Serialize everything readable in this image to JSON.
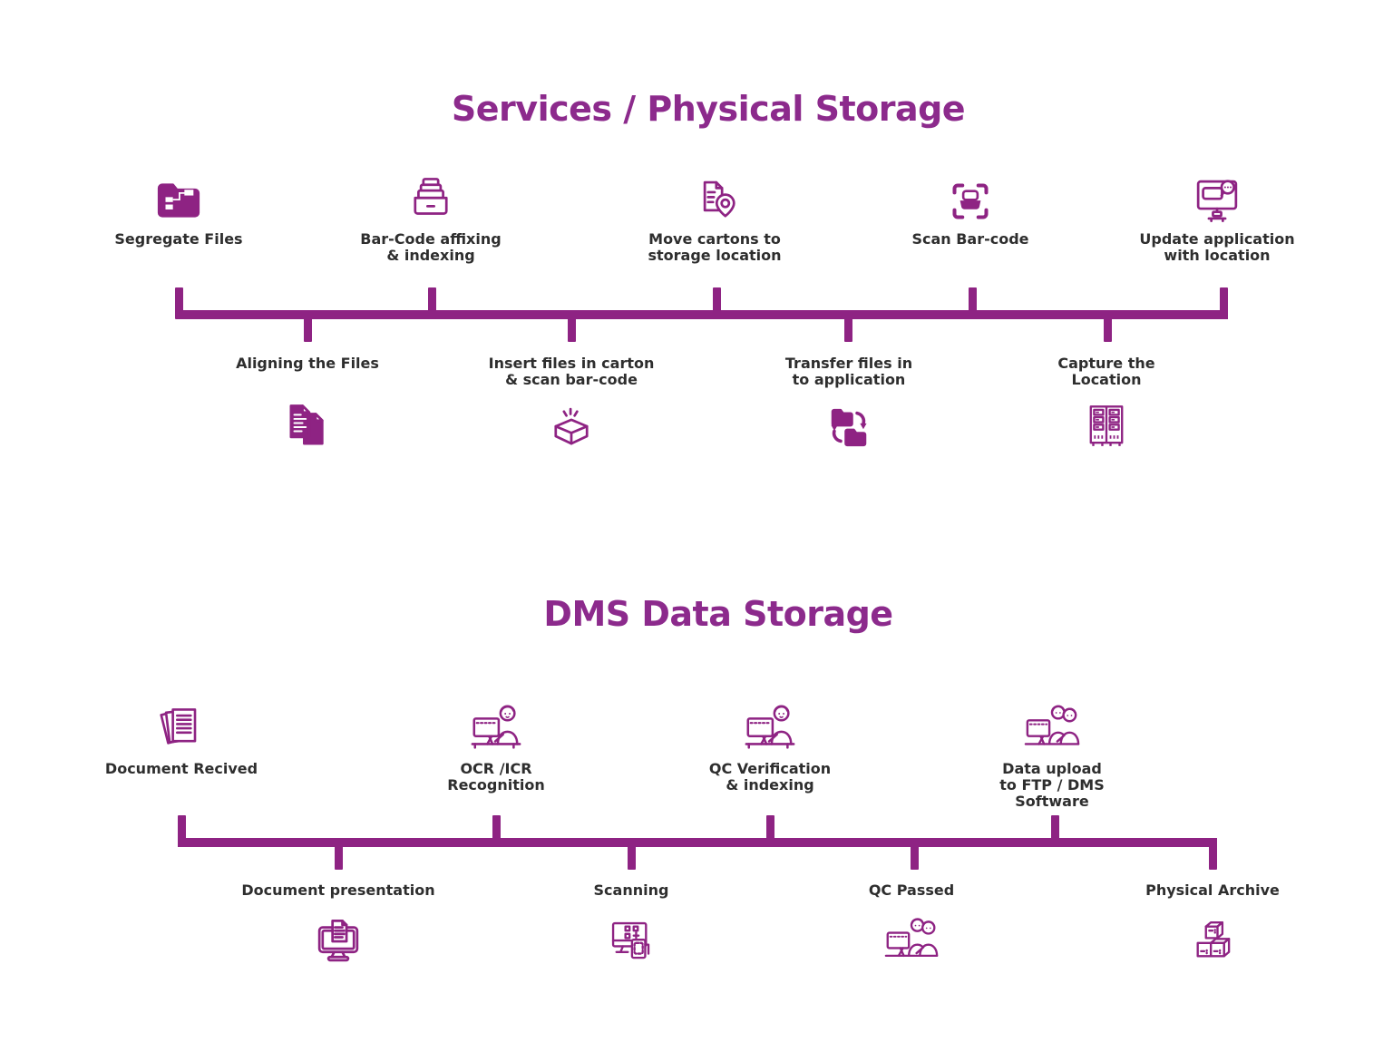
{
  "colors": {
    "brand": "#8e2383",
    "title": "#8c2a8c",
    "text": "#2e2e2e",
    "background": "#ffffff"
  },
  "icons": {
    "segregate-files-icon": "filled folder with flowchart",
    "barcode-tray-icon": "inbox tray with stacked files",
    "document-location-icon": "document with map pin",
    "scan-barcode-icon": "scan frame with barcode",
    "monitor-message-icon": "monitor with chat bubble",
    "stacked-documents-icon": "two filled documents",
    "open-carton-icon": "open carton box",
    "folder-transfer-icon": "folders with swap arrows",
    "server-rack-icon": "storage rack cabinet",
    "received-documents-icon": "fanned paper stack",
    "operator-computer-icon": "person working at computer",
    "team-computer-icon": "two people at computer",
    "monitor-document-icon": "monitor with document",
    "scanner-monitor-icon": "monitor with QR code and scanner",
    "archive-boxes-icon": "stacked archive boxes"
  },
  "sections": [
    {
      "title": "Services / Physical Storage",
      "top_items": [
        {
          "label": "Segregate Files",
          "icon": "segregate-files-icon"
        },
        {
          "label": "Bar-Code affixing\n& indexing",
          "icon": "barcode-tray-icon"
        },
        {
          "label": "Move cartons to\nstorage location",
          "icon": "document-location-icon"
        },
        {
          "label": "Scan Bar-code",
          "icon": "scan-barcode-icon"
        },
        {
          "label": "Update application\nwith location",
          "icon": "monitor-message-icon"
        }
      ],
      "bottom_items": [
        {
          "label": "Aligning the Files",
          "icon": "stacked-documents-icon"
        },
        {
          "label": "Insert files in carton\n& scan bar-code",
          "icon": "open-carton-icon"
        },
        {
          "label": "Transfer files in\nto application",
          "icon": "folder-transfer-icon"
        },
        {
          "label": "Capture the\nLocation",
          "icon": "server-rack-icon"
        }
      ]
    },
    {
      "title": "DMS Data Storage",
      "top_items": [
        {
          "label": "Document Recived",
          "icon": "received-documents-icon"
        },
        {
          "label": "OCR /ICR\nRecognition",
          "icon": "operator-computer-icon"
        },
        {
          "label": "QC Verification\n& indexing",
          "icon": "operator-computer-icon"
        },
        {
          "label": "Data upload\nto FTP / DMS\nSoftware",
          "icon": "team-computer-icon"
        }
      ],
      "bottom_items": [
        {
          "label": "Document presentation",
          "icon": "monitor-document-icon"
        },
        {
          "label": "Scanning",
          "icon": "scanner-monitor-icon"
        },
        {
          "label": "QC Passed",
          "icon": "team-computer-icon"
        },
        {
          "label": "Physical Archive",
          "icon": "archive-boxes-icon"
        }
      ]
    }
  ]
}
